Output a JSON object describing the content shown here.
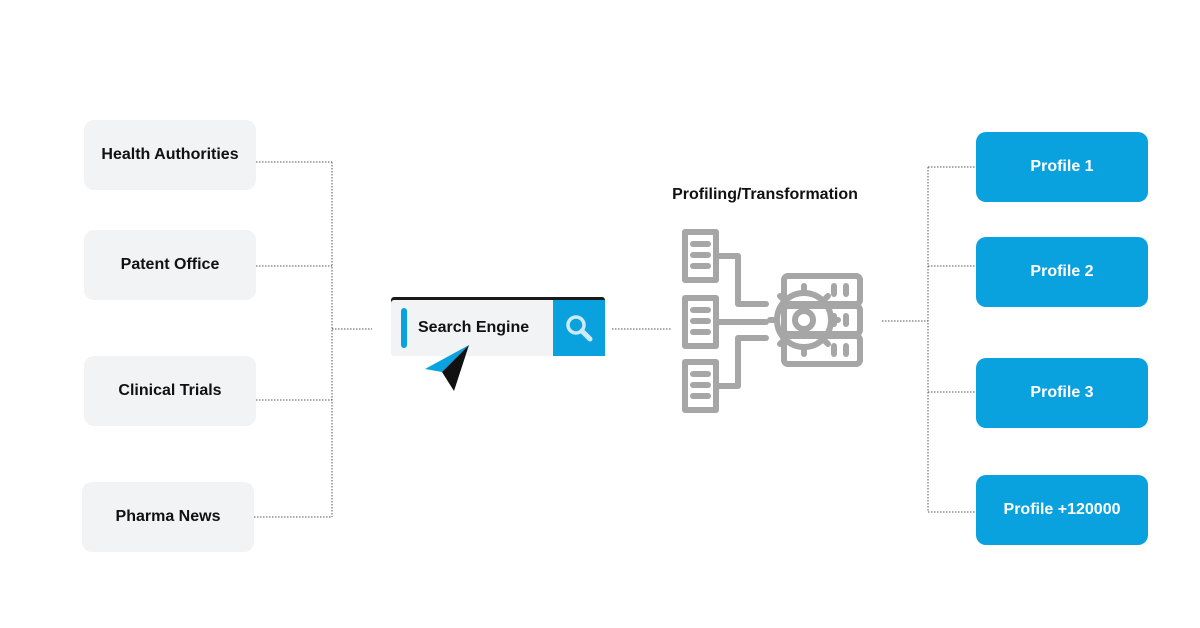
{
  "sources": [
    {
      "label": "Health Authorities"
    },
    {
      "label": "Patent Office"
    },
    {
      "label": "Clinical Trials"
    },
    {
      "label": "Pharma News"
    }
  ],
  "search": {
    "label": "Search Engine",
    "icon": "magnifier-icon"
  },
  "processing": {
    "title": "Profiling/Transformation",
    "icon": "documents-to-database-gear-icon"
  },
  "profiles": [
    {
      "label": "Profile 1"
    },
    {
      "label": "Profile 2"
    },
    {
      "label": "Profile 3"
    },
    {
      "label": "Profile +120000"
    }
  ],
  "colors": {
    "accent": "#0aa2de",
    "box_gray": "#f2f3f5",
    "icon_gray": "#a6a6a6",
    "line": "#555555"
  }
}
